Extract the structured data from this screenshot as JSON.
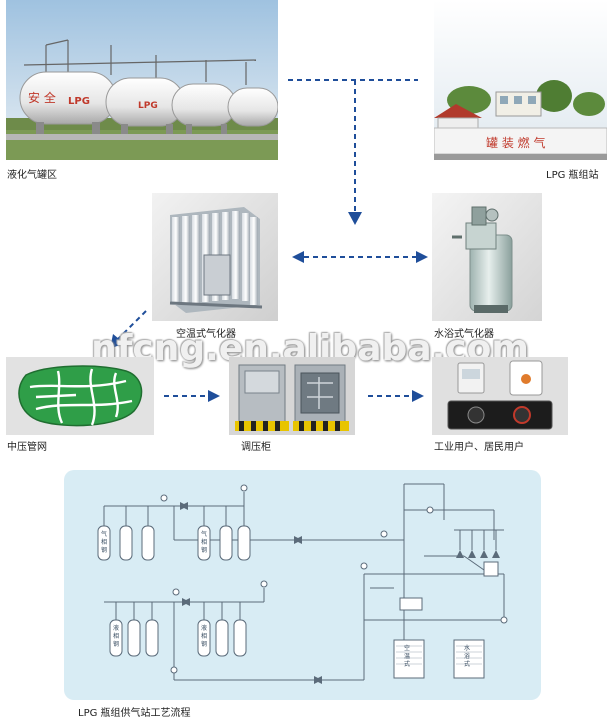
{
  "labels": {
    "tank_area": "液化气罐区",
    "lpg_station": "LPG 瓶组站",
    "air_vaporizer": "空温式气化器",
    "water_vaporizer": "水浴式气化器",
    "medium_pressure_network": "中压管网",
    "regulator_cabinet": "调压柜",
    "users": "工业用户、居民用户",
    "flow_caption": "LPG 瓶组供气站工艺流程"
  },
  "watermark": "nfcng.en.alibaba.com",
  "tank_signs": [
    "LPG",
    "LPG"
  ],
  "colors": {
    "arrow": "#1f4e9a",
    "panel": "#d8ecf4",
    "map_green": "#2f9e48",
    "pipe": "#5b6b7a"
  }
}
